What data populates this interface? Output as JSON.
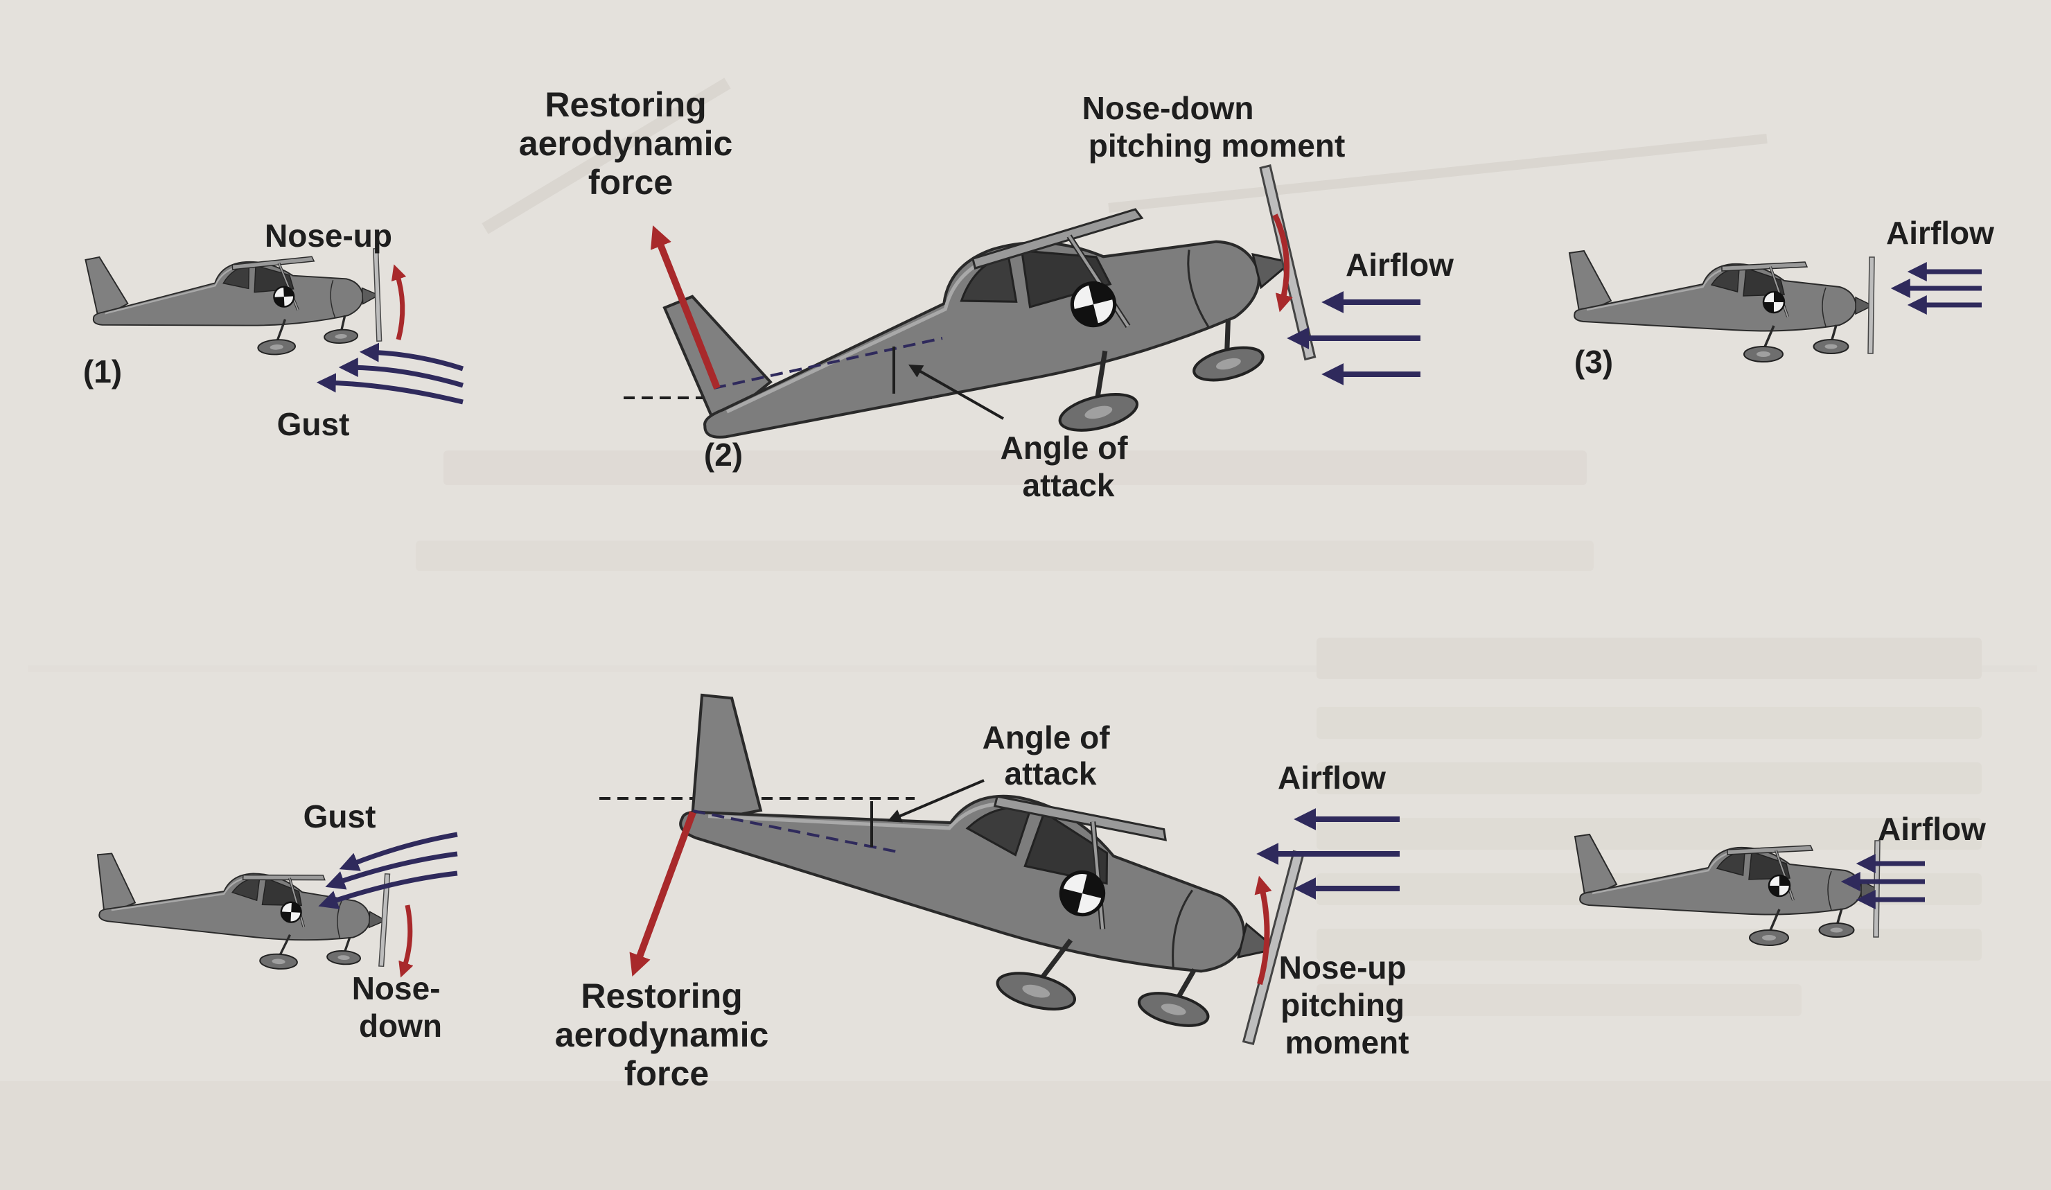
{
  "colors": {
    "background": "#e4e1dc",
    "aircraft_body": "#7a7a7a",
    "aircraft_outline": "#2a2a2a",
    "restoring_force_arrow": "#a8292b",
    "airflow_arrow": "#2f2a5c",
    "label_text": "#1e1e1e"
  },
  "top_row": {
    "panel1": {
      "number": "(1)",
      "motion_label": "Nose-up",
      "gust_label": "Gust"
    },
    "panel2": {
      "number": "(2)",
      "force_label": [
        "Restoring",
        "aerodynamic",
        "force"
      ],
      "moment_label": [
        "Nose-down",
        "pitching moment"
      ],
      "airflow_label": "Airflow",
      "aoa_label": [
        "Angle of",
        "attack"
      ]
    },
    "panel3": {
      "number": "(3)",
      "airflow_label": "Airflow"
    }
  },
  "bottom_row": {
    "panel1": {
      "gust_label": "Gust",
      "motion_label": [
        "Nose-",
        "down"
      ]
    },
    "panel2": {
      "aoa_label": [
        "Angle of",
        "attack"
      ],
      "airflow_label": "Airflow",
      "force_label": [
        "Restoring",
        "aerodynamic",
        "force"
      ],
      "moment_label": [
        "Nose-up",
        "pitching",
        "moment"
      ]
    },
    "panel3": {
      "airflow_label": "Airflow"
    }
  },
  "icons": {
    "aircraft": "cessna-side-view-icon",
    "cg_symbol": "center-of-gravity-icon"
  }
}
